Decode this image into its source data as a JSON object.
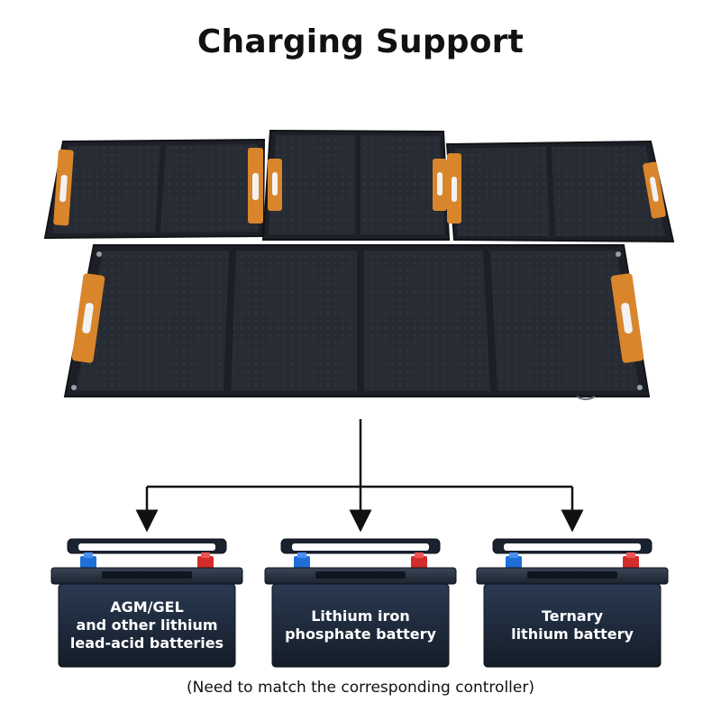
{
  "page": {
    "title": "Charging Support",
    "footnote": "(Need to match the corresponding controller)"
  },
  "colors": {
    "panel_dark": "#1f2228",
    "cell_dark": "#262a31",
    "handle_orange": "#d9852b",
    "battery_body": "#1e2a3a",
    "terminal_blue": "#1e6fd8",
    "terminal_red": "#d42b2b"
  },
  "batteries": [
    {
      "lines": [
        "AGM/GEL",
        "and other lithium",
        "lead-acid batteries"
      ]
    },
    {
      "lines": [
        "Lithium iron",
        "phosphate battery"
      ]
    },
    {
      "lines": [
        "Ternary",
        "lithium battery"
      ]
    }
  ]
}
